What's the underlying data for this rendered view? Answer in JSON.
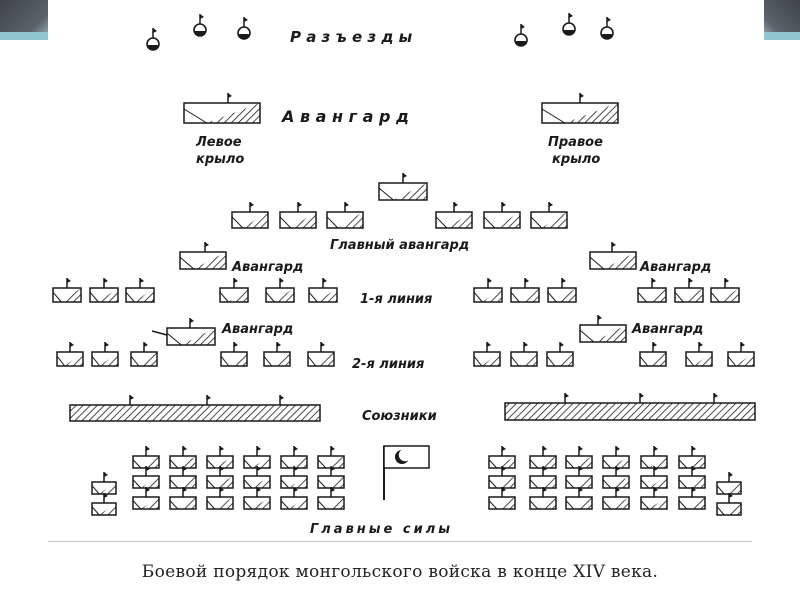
{
  "labels": {
    "scouts": "Р а з ъ е з д ы",
    "vanguard": "А в а н г а р д",
    "left_wing_1": "Левое",
    "left_wing_2": "крыло",
    "right_wing_1": "Правое",
    "right_wing_2": "крыло",
    "main_vanguard": "Главный авангард",
    "vanguard_sm": "Авангард",
    "line1": "1-я линия",
    "line2": "2-я линия",
    "allies": "Союзники",
    "main_forces": "Главные силы"
  },
  "caption": "Боевой порядок монгольского войска в конце XIV века.",
  "colors": {
    "ink": "#1a1a1a",
    "hatch": "#1a1a1a",
    "corner_dark": "#4a5057",
    "corner_teal": "#8fc7cf"
  },
  "icons": {
    "scout": "rider-circle-icon",
    "unit": "hatched-unit-icon",
    "banner": "crescent-banner-icon"
  }
}
